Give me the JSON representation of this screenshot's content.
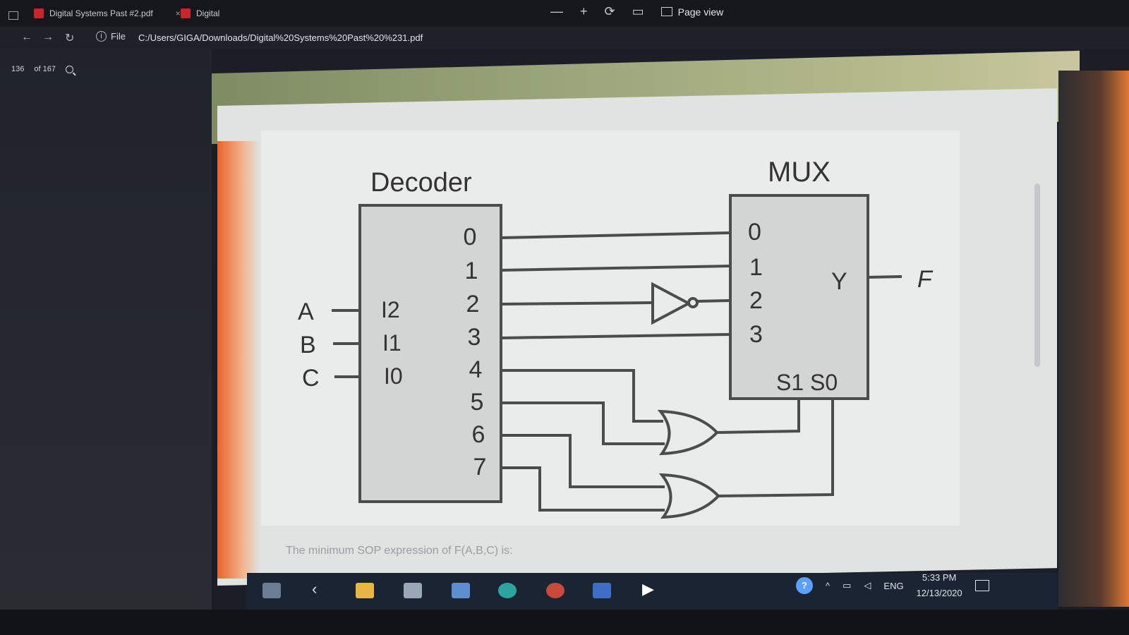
{
  "tabs": [
    {
      "title": "Digital Systems Past #2.pdf"
    },
    {
      "title": "Digital"
    }
  ],
  "addressbar": {
    "protocol_label": "File",
    "url": "C:/Users/GIGA/Downloads/Digital%20Systems%20Past%20%231.pdf"
  },
  "pdf_toolbar": {
    "zoom_out": "—",
    "zoom_in": "+",
    "page_view_label": "Page view"
  },
  "page_nav": {
    "current_page": "136",
    "total_pages": "of 167"
  },
  "figure": {
    "decoder_title": "Decoder",
    "mux_title": "MUX",
    "inputs": [
      "A",
      "B",
      "C"
    ],
    "decoder_inputs": [
      "I2",
      "I1",
      "I0"
    ],
    "decoder_outputs": [
      "0",
      "1",
      "2",
      "3",
      "4",
      "5",
      "6",
      "7"
    ],
    "mux_inputs": [
      "0",
      "1",
      "2",
      "3"
    ],
    "mux_output": "Y",
    "mux_selects": "S1 S0",
    "output_label": "F"
  },
  "caption": "The minimum SOP expression of F(A,B,C) is:",
  "taskbar": {
    "language": "ENG",
    "time": "5:33 PM",
    "date": "12/13/2020"
  },
  "colors": {
    "page_bg": "#dfe3e2",
    "block_fill": "#d2d5d3",
    "wire": "#4a4c4e"
  }
}
